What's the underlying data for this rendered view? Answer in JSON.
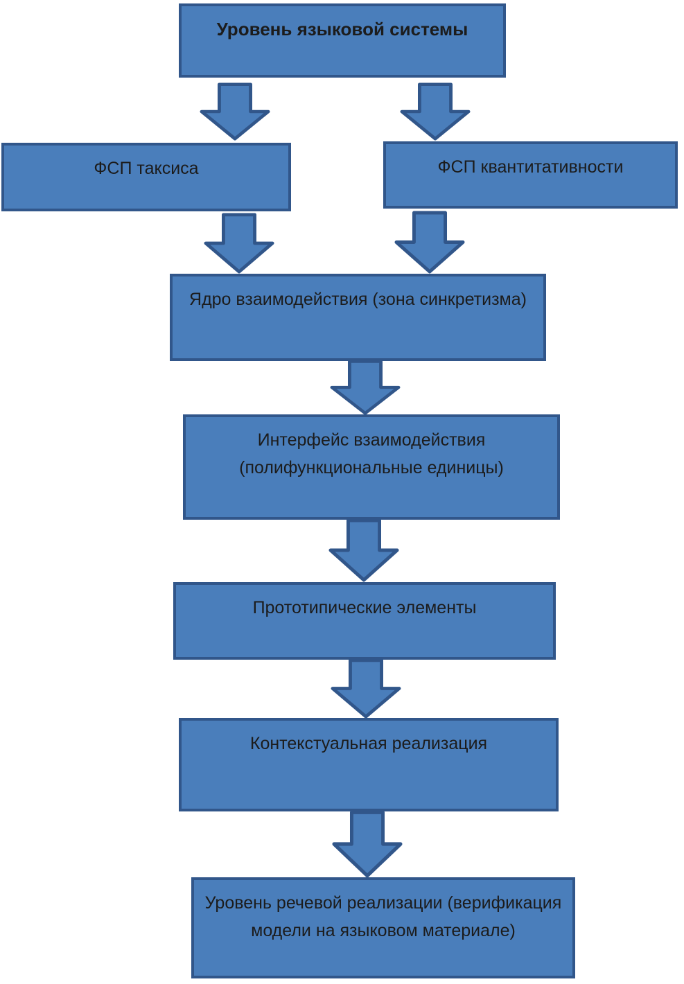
{
  "diagram": {
    "type": "flowchart",
    "direction": "top-down",
    "colors": {
      "node_fill": "#4a7ebb",
      "node_border": "#31568a",
      "arrow_fill": "#4a7ebb",
      "arrow_border": "#31568a",
      "text": "#1c1c1c",
      "background": "#ffffff"
    },
    "nodes": [
      {
        "id": "language-system-level",
        "label": "Уровень языковой системы",
        "emphasis": "bold"
      },
      {
        "id": "fsp-taxis",
        "label": "ФСП таксиса"
      },
      {
        "id": "fsp-quantitativity",
        "label": "ФСП квантитативности"
      },
      {
        "id": "interaction-core",
        "label": "Ядро взаимодействия (зона синкретизма)"
      },
      {
        "id": "interaction-interface",
        "label": "Интерфейс взаимодействия (полифункциональные единицы)"
      },
      {
        "id": "prototypical-elements",
        "label": "Прототипические элементы"
      },
      {
        "id": "contextual-realization",
        "label": "Контекстуальная реализация"
      },
      {
        "id": "speech-realization-level",
        "label": "Уровень речевой реализации (верификация модели на языковом материале)"
      }
    ],
    "edges": [
      {
        "from": "language-system-level",
        "to": "fsp-taxis"
      },
      {
        "from": "language-system-level",
        "to": "fsp-quantitativity"
      },
      {
        "from": "fsp-taxis",
        "to": "interaction-core"
      },
      {
        "from": "fsp-quantitativity",
        "to": "interaction-core"
      },
      {
        "from": "interaction-core",
        "to": "interaction-interface"
      },
      {
        "from": "interaction-interface",
        "to": "prototypical-elements"
      },
      {
        "from": "prototypical-elements",
        "to": "contextual-realization"
      },
      {
        "from": "contextual-realization",
        "to": "speech-realization-level"
      }
    ]
  }
}
